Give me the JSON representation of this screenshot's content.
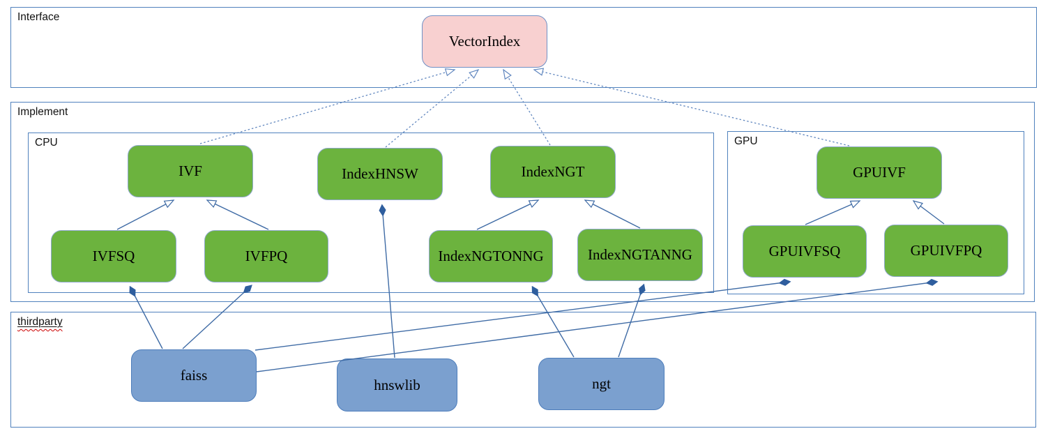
{
  "diagram": {
    "containers": {
      "interface": {
        "label": "Interface"
      },
      "implement": {
        "label": "Implement"
      },
      "cpu": {
        "label": "CPU"
      },
      "gpu": {
        "label": "GPU"
      },
      "thirdparty": {
        "label": "thirdparty"
      }
    },
    "nodes": {
      "vectorindex": {
        "label": "VectorIndex",
        "kind": "interface",
        "fill": "#f8d0d0"
      },
      "ivf": {
        "label": "IVF",
        "kind": "cpu-class",
        "fill": "#6cb33e"
      },
      "indexhnsw": {
        "label": "IndexHNSW",
        "kind": "cpu-class",
        "fill": "#6cb33e"
      },
      "indexngt": {
        "label": "IndexNGT",
        "kind": "cpu-class",
        "fill": "#6cb33e"
      },
      "ivfsq": {
        "label": "IVFSQ",
        "kind": "cpu-class",
        "fill": "#6cb33e"
      },
      "ivfpq": {
        "label": "IVFPQ",
        "kind": "cpu-class",
        "fill": "#6cb33e"
      },
      "indexngtonng": {
        "label": "IndexNGTONNG",
        "kind": "cpu-class",
        "fill": "#6cb33e"
      },
      "indexngtanng": {
        "label": "IndexNGTANNG",
        "kind": "cpu-class",
        "fill": "#6cb33e"
      },
      "gpuivf": {
        "label": "GPUIVF",
        "kind": "gpu-class",
        "fill": "#6cb33e"
      },
      "gpuivfsq": {
        "label": "GPUIVFSQ",
        "kind": "gpu-class",
        "fill": "#6cb33e"
      },
      "gpuivfpq": {
        "label": "GPUIVFPQ",
        "kind": "gpu-class",
        "fill": "#6cb33e"
      },
      "faiss": {
        "label": "faiss",
        "kind": "thirdparty-lib",
        "fill": "#7ba0cf"
      },
      "hnswlib": {
        "label": "hnswlib",
        "kind": "thirdparty-lib",
        "fill": "#7ba0cf"
      },
      "ngt": {
        "label": "ngt",
        "kind": "thirdparty-lib",
        "fill": "#7ba0cf"
      }
    },
    "edges": [
      {
        "from": "ivf",
        "to": "vectorindex",
        "type": "realization-dashed-hollow-arrow"
      },
      {
        "from": "indexhnsw",
        "to": "vectorindex",
        "type": "realization-dashed-hollow-arrow"
      },
      {
        "from": "indexngt",
        "to": "vectorindex",
        "type": "realization-dashed-hollow-arrow"
      },
      {
        "from": "gpuivf",
        "to": "vectorindex",
        "type": "realization-dashed-hollow-arrow"
      },
      {
        "from": "ivfsq",
        "to": "ivf",
        "type": "generalization-hollow-arrow"
      },
      {
        "from": "ivfpq",
        "to": "ivf",
        "type": "generalization-hollow-arrow"
      },
      {
        "from": "indexngtonng",
        "to": "indexngt",
        "type": "generalization-hollow-arrow"
      },
      {
        "from": "indexngtanng",
        "to": "indexngt",
        "type": "generalization-hollow-arrow"
      },
      {
        "from": "gpuivfsq",
        "to": "gpuivf",
        "type": "generalization-hollow-arrow"
      },
      {
        "from": "gpuivfpq",
        "to": "gpuivf",
        "type": "generalization-hollow-arrow"
      },
      {
        "from": "faiss",
        "to": "ivfsq",
        "type": "composition-filled-diamond"
      },
      {
        "from": "faiss",
        "to": "ivfpq",
        "type": "composition-filled-diamond"
      },
      {
        "from": "hnswlib",
        "to": "indexhnsw",
        "type": "composition-filled-diamond"
      },
      {
        "from": "ngt",
        "to": "indexngtonng",
        "type": "composition-filled-diamond"
      },
      {
        "from": "ngt",
        "to": "indexngtanng",
        "type": "composition-filled-diamond"
      },
      {
        "from": "faiss",
        "to": "gpuivfsq",
        "type": "composition-filled-diamond"
      },
      {
        "from": "faiss",
        "to": "gpuivfpq",
        "type": "composition-filled-diamond"
      }
    ],
    "colors": {
      "interface_fill": "#f8d0d0",
      "class_fill": "#6cb33e",
      "thirdparty_fill": "#7ba0cf",
      "container_border": "#4f81bd",
      "edge_line": "#3f6ba5",
      "spellcheck_squiggle": "#cc0000"
    }
  }
}
